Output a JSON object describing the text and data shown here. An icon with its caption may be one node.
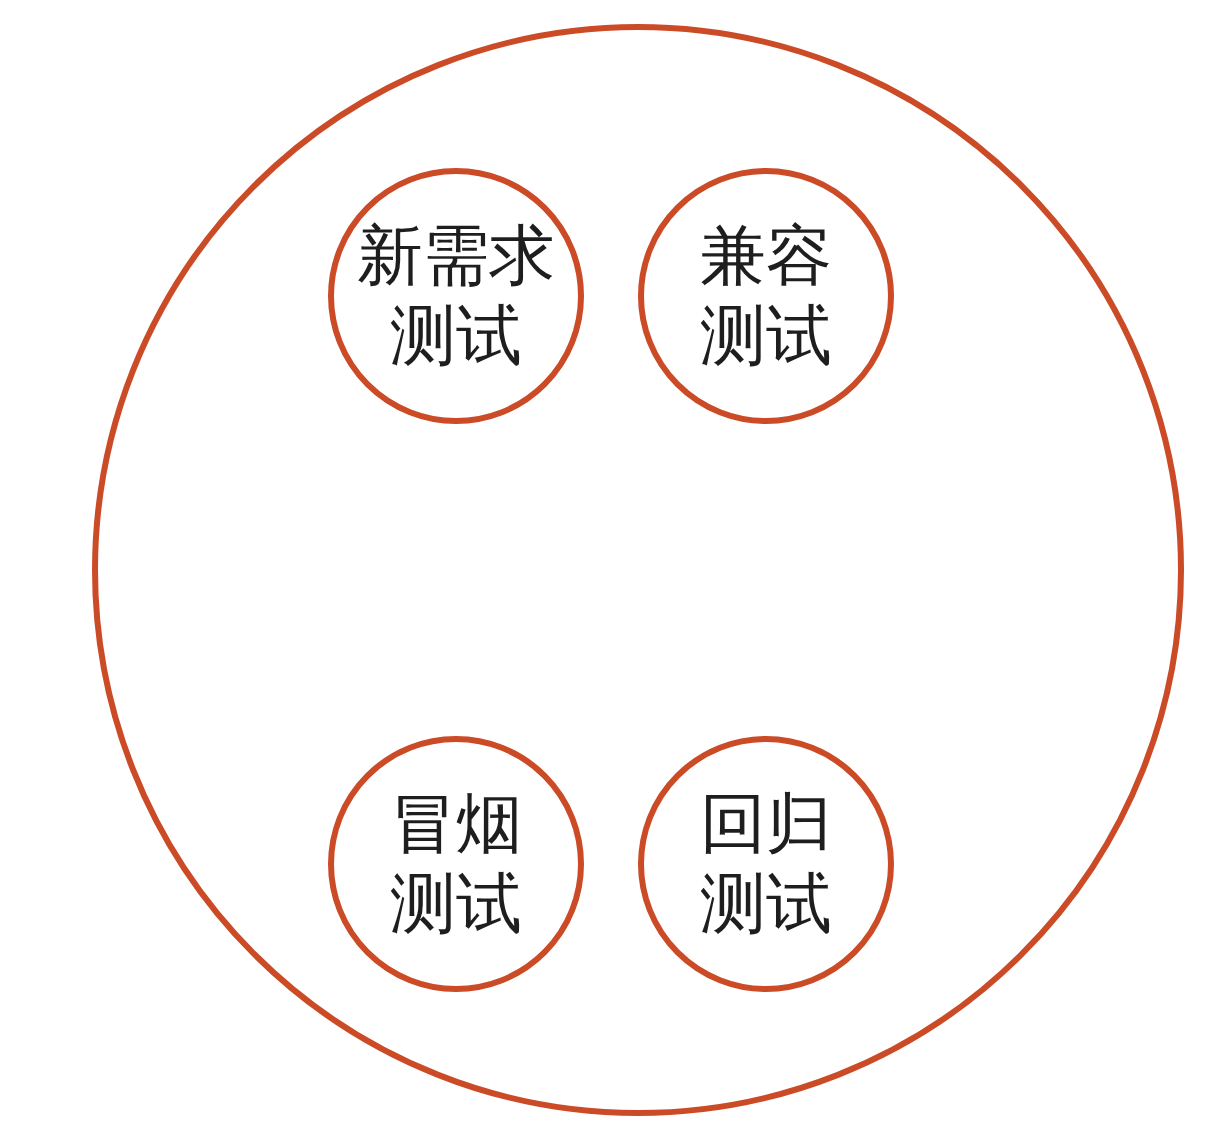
{
  "diagram": {
    "nodes": [
      {
        "text": [],
        "shape": "circle"
      },
      {
        "text": [
          "新需求测试"
        ],
        "in": 0
      },
      {
        "text": [
          "兼容测试"
        ],
        "in": 0
      },
      {
        "text": [
          "冒烟测试"
        ],
        "in": 0
      },
      {
        "text": [
          "回归测试"
        ],
        "in": 0
      }
    ]
  }
}
